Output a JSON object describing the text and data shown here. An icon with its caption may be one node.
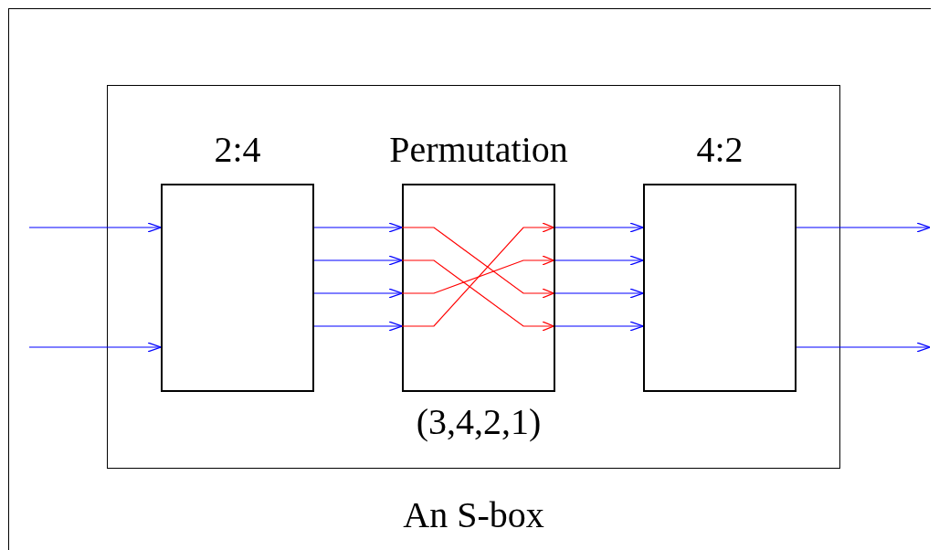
{
  "diagram": {
    "nodes": [
      {
        "text": [
          "An S-box"
        ]
      },
      {
        "text": [
          "2:4"
        ],
        "in": 0
      },
      {
        "text": [
          "Permutation",
          "(3,4,2,1)"
        ],
        "in": 0
      },
      {
        "text": [
          "4:2"
        ],
        "in": 0
      }
    ],
    "edges": [
      {
        "from": null,
        "to": 1,
        "arrow": "to"
      },
      {
        "from": null,
        "to": 1,
        "arrow": "to"
      },
      {
        "from": 1,
        "to": 2,
        "arrow": "to"
      },
      {
        "from": 1,
        "to": 2,
        "arrow": "to"
      },
      {
        "from": 1,
        "to": 2,
        "arrow": "to"
      },
      {
        "from": 1,
        "to": 2,
        "arrow": "to"
      },
      {
        "from": 2,
        "to": 3,
        "arrow": "to"
      },
      {
        "from": 2,
        "to": 3,
        "arrow": "to"
      },
      {
        "from": 2,
        "to": 3,
        "arrow": "to"
      },
      {
        "from": 2,
        "to": 3,
        "arrow": "to"
      },
      {
        "from": 3,
        "to": null,
        "arrow": "to"
      },
      {
        "from": 3,
        "to": null,
        "arrow": "to"
      }
    ]
  }
}
